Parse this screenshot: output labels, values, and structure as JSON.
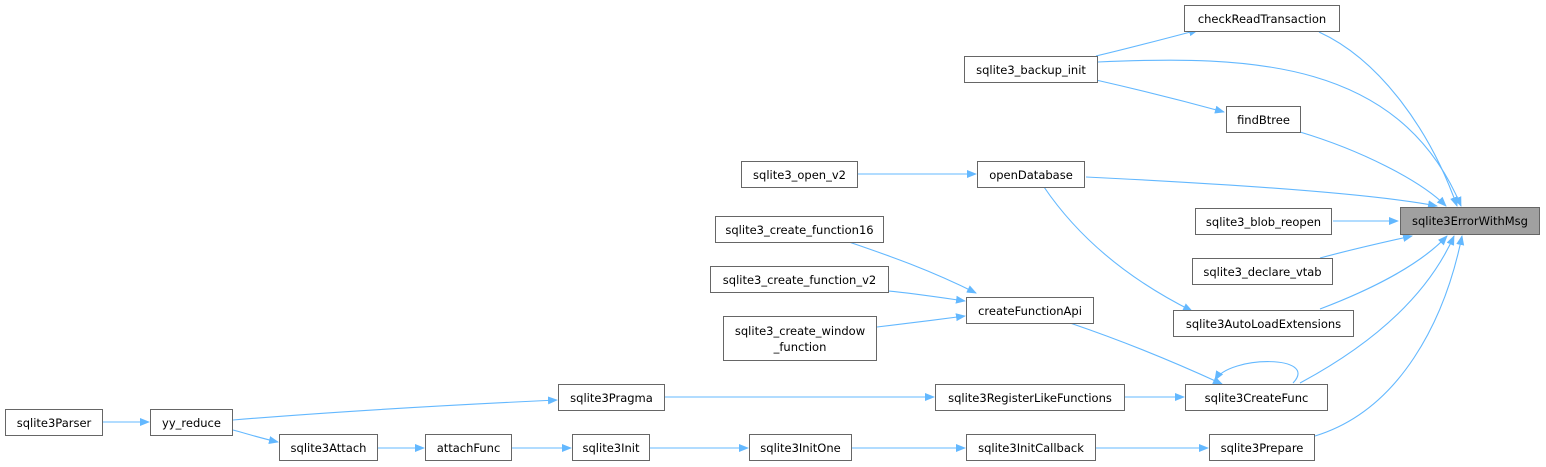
{
  "graph": {
    "target_node": "sqlite3ErrorWithMsg",
    "edge_color": "#63b8ff",
    "node_border_color": "#666666",
    "target_fill_color": "#a0a0a0",
    "nodes": {
      "sqlite3ErrorWithMsg": "sqlite3ErrorWithMsg",
      "checkReadTransaction": "checkReadTransaction",
      "sqlite3_backup_init": "sqlite3_backup_init",
      "findBtree": "findBtree",
      "openDatabase": "openDatabase",
      "sqlite3_open_v2": "sqlite3_open_v2",
      "sqlite3_blob_reopen": "sqlite3_blob_reopen",
      "sqlite3_declare_vtab": "sqlite3_declare_vtab",
      "sqlite3_create_function16": "sqlite3_create_function16",
      "sqlite3_create_function_v2": "sqlite3_create_function_v2",
      "createFunctionApi": "createFunctionApi",
      "sqlite3AutoLoadExtensions": "sqlite3AutoLoadExtensions",
      "sqlite3_create_window_function_line1": "sqlite3_create_window",
      "sqlite3_create_window_function_line2": "_function",
      "sqlite3CreateFunc": "sqlite3CreateFunc",
      "sqlite3Pragma": "sqlite3Pragma",
      "sqlite3RegisterLikeFunctions": "sqlite3RegisterLikeFunctions",
      "sqlite3Parser": "sqlite3Parser",
      "yy_reduce": "yy_reduce",
      "sqlite3Attach": "sqlite3Attach",
      "attachFunc": "attachFunc",
      "sqlite3Init": "sqlite3Init",
      "sqlite3InitOne": "sqlite3InitOne",
      "sqlite3InitCallback": "sqlite3InitCallback",
      "sqlite3Prepare": "sqlite3Prepare"
    }
  }
}
